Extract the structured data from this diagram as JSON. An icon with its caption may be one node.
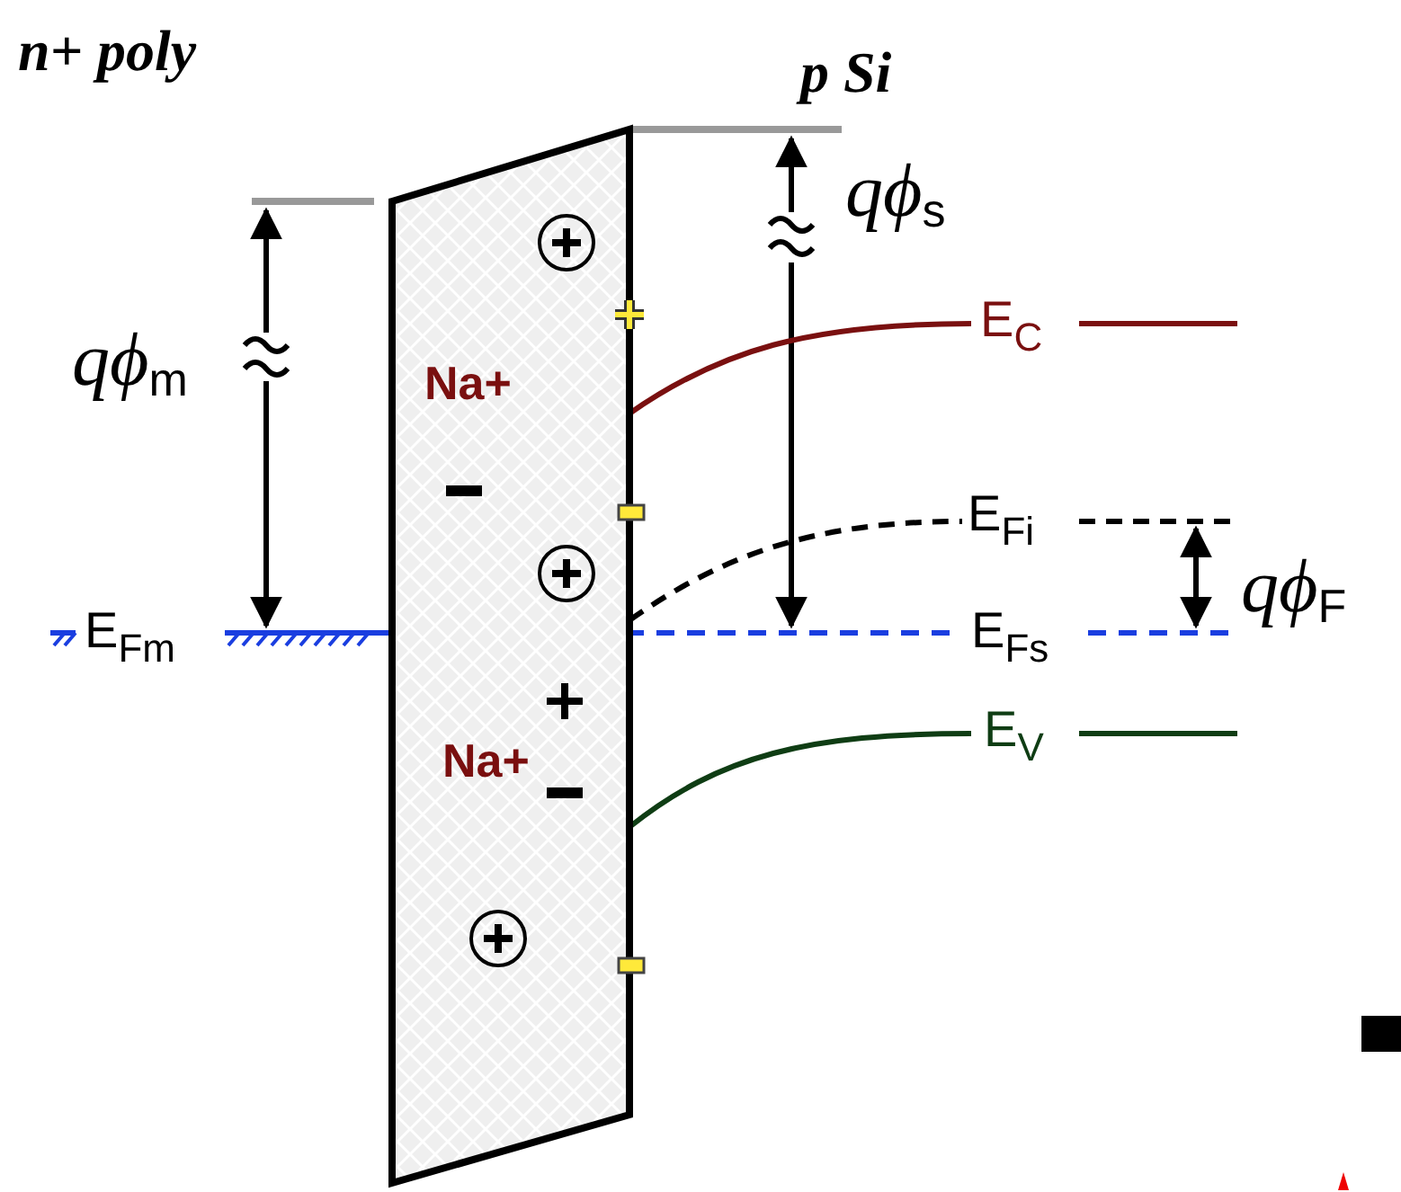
{
  "diagram": {
    "nodes": [
      {
        "text": [
          "Na+",
          "Na+"
        ]
      }
    ],
    "edges": [],
    "labels": [
      "n+ poly",
      "p Si",
      "qϕ$_{s}$",
      "qϕ$_{m}$",
      "E$_{C}$",
      "E$_{Fi}$",
      "E$_{Fm}$",
      "qϕ$_{F}$",
      "E$_{Fs}$",
      "E$_{V}$"
    ]
  }
}
